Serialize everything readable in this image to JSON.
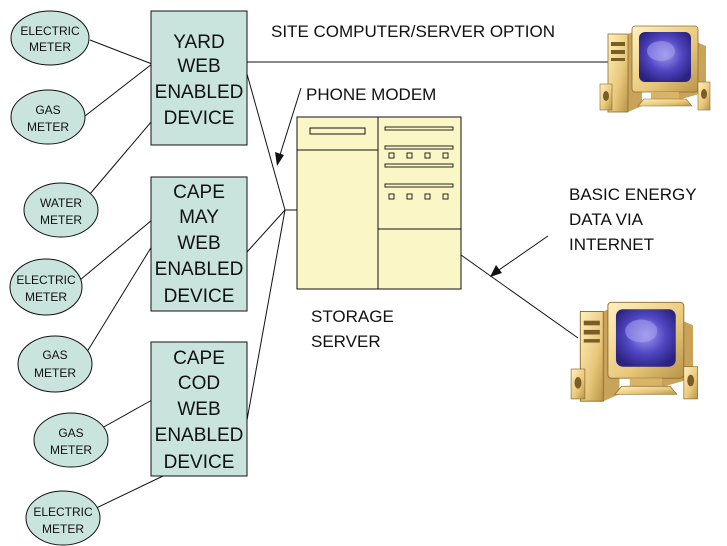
{
  "title": "SITE COMPUTER/SERVER OPTION",
  "phone_modem_label": "PHONE MODEM",
  "internet_label": [
    "BASIC ENERGY",
    "DATA VIA",
    "INTERNET"
  ],
  "storage_label": [
    "STORAGE",
    "SERVER"
  ],
  "meters": [
    {
      "line1": "ELECTRIC",
      "line2": "METER"
    },
    {
      "line1": "GAS",
      "line2": "METER"
    },
    {
      "line1": "WATER",
      "line2": "METER"
    },
    {
      "line1": "ELECTRIC",
      "line2": "METER"
    },
    {
      "line1": "GAS",
      "line2": "METER"
    },
    {
      "line1": "GAS",
      "line2": "METER"
    },
    {
      "line1": "ELECTRIC",
      "line2": "METER"
    }
  ],
  "devices": [
    {
      "lines": [
        "YARD",
        "WEB",
        "ENABLED",
        "DEVICE"
      ]
    },
    {
      "lines": [
        "CAPE",
        "MAY",
        "WEB",
        "ENABLED",
        "DEVICE"
      ]
    },
    {
      "lines": [
        "CAPE",
        "COD",
        "WEB",
        "ENABLED",
        "DEVICE"
      ]
    }
  ],
  "colors": {
    "meter_fill": "#c9e4dc",
    "device_fill": "#c9e4dc",
    "server_fill": "#fbf6c6",
    "monitor_fill": "#f2d58a",
    "screen_fill": "#5a4ec0",
    "line": "#111111"
  },
  "icons": [
    "computer-icon",
    "computer-icon"
  ]
}
